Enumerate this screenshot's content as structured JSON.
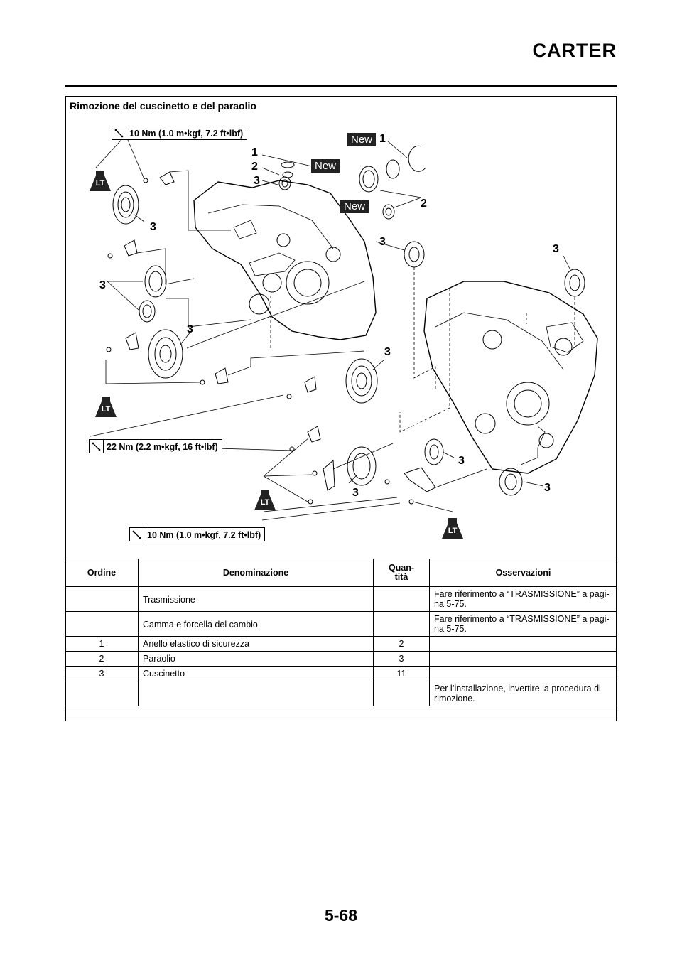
{
  "header": {
    "title": "CARTER"
  },
  "section_title": "Rimozione del cuscinetto e del paraolio",
  "diagram": {
    "torque_labels": [
      "10 Nm (1.0 m•kgf, 7.2 ft•lbf)",
      "22 Nm (2.2 m•kgf, 16 ft•lbf)",
      "10 Nm (1.0 m•kgf, 7.2 ft•lbf)"
    ],
    "new_badge": "New",
    "lt_badge": "LT",
    "callouts": {
      "one": "1",
      "two": "2",
      "three": "3"
    }
  },
  "table": {
    "headers": {
      "order": "Ordine",
      "name": "Denominazione",
      "qty": "Quan-\ntità",
      "notes": "Osservazioni"
    },
    "rows": [
      {
        "order": "",
        "name": "Trasmissione",
        "qty": "",
        "notes": "Fare riferimento a “TRASMISSIONE” a pagi-na 5-75."
      },
      {
        "order": "",
        "name": "Camma e forcella del cambio",
        "qty": "",
        "notes": "Fare riferimento a “TRASMISSIONE” a pagi-na 5-75."
      },
      {
        "order": "1",
        "name": "Anello elastico di sicurezza",
        "qty": "2",
        "notes": ""
      },
      {
        "order": "2",
        "name": "Paraolio",
        "qty": "3",
        "notes": ""
      },
      {
        "order": "3",
        "name": "Cuscinetto",
        "qty": "11",
        "notes": ""
      },
      {
        "order": "",
        "name": "",
        "qty": "",
        "notes": "Per l’installazione, invertire la procedura di rimozione."
      }
    ]
  },
  "footer": {
    "page_number": "5-68"
  }
}
